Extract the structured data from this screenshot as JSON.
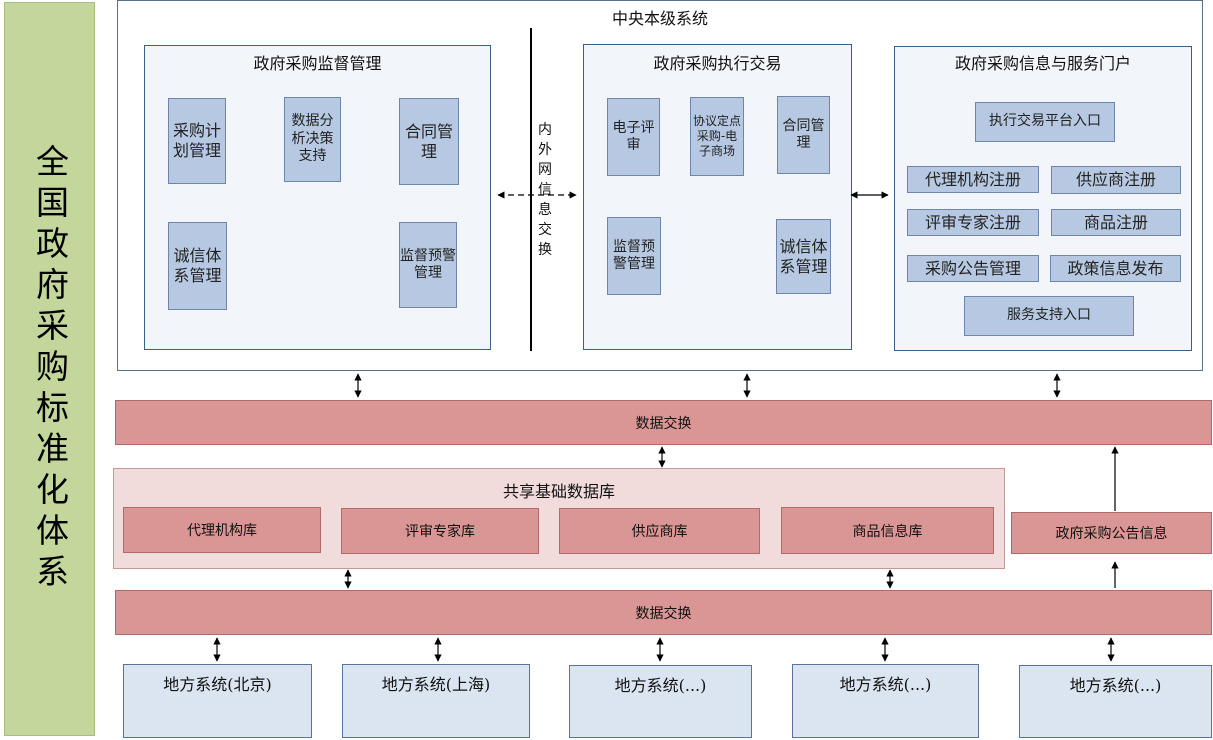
{
  "sidebar_title": "全国政府采购标准化体系",
  "central": {
    "title": "中央本级系统",
    "supervision": {
      "title": "政府采购监督管理",
      "items": [
        "采购计划管理",
        "数据分析决策支持",
        "合同管理",
        "诚信体系管理",
        "监督预警管理"
      ]
    },
    "exchange_label": "内外网信息交换",
    "execution": {
      "title": "政府采购执行交易",
      "items": [
        "电子评审",
        "协议定点采购-电子商场",
        "合同管理",
        "监督预警管理",
        "诚信体系管理"
      ]
    },
    "portal": {
      "title": "政府采购信息与服务门户",
      "entry_top": "执行交易平台入口",
      "items": [
        "代理机构注册",
        "供应商注册",
        "评审专家注册",
        "商品注册",
        "采购公告管理",
        "政策信息发布"
      ],
      "entry_bottom": "服务支持入口"
    }
  },
  "data_exchange_top": "数据交换",
  "shared_db": {
    "title": "共享基础数据库",
    "items": [
      "代理机构库",
      "评审专家库",
      "供应商库",
      "商品信息库"
    ]
  },
  "announcement": "政府采购公告信息",
  "data_exchange_bottom": "数据交换",
  "local_systems": [
    "地方系统(北京)",
    "地方系统(上海)",
    "地方系统(...)",
    "地方系统(...)",
    "地方系统(...)"
  ]
}
